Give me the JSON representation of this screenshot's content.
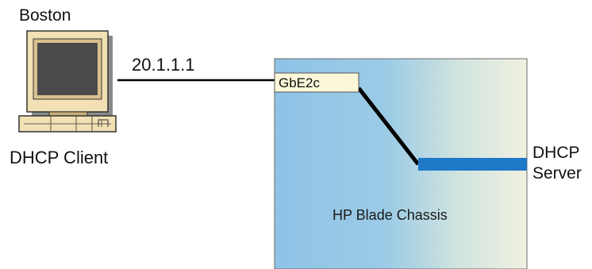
{
  "client": {
    "location": "Boston",
    "role": "DHCP Client",
    "ip_address": "20.1.1.1",
    "icon": "desktop-computer-icon"
  },
  "chassis": {
    "label": "HP Blade Chassis",
    "switch_label": "GbE2c"
  },
  "server": {
    "line1": "DHCP",
    "line2": "Server"
  },
  "colors": {
    "chassis_gradient_left": "#8fc3e6",
    "chassis_gradient_right": "#f1f1e0",
    "switch_fill": "#fbf7d8",
    "server_bar": "#1f78c8",
    "computer_body": "#f3e0b4",
    "computer_screen": "#4b4b4b",
    "link_line": "#000000"
  }
}
